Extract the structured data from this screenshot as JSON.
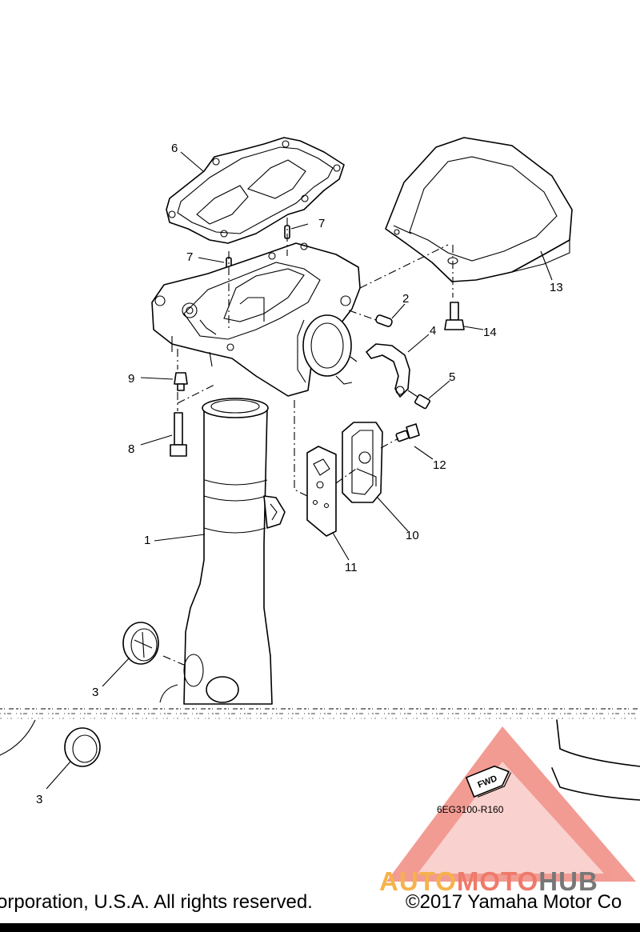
{
  "diagram": {
    "part_labels": [
      {
        "id": "p1",
        "text": "1"
      },
      {
        "id": "p2",
        "text": "2"
      },
      {
        "id": "p3a",
        "text": "3"
      },
      {
        "id": "p3b",
        "text": "3"
      },
      {
        "id": "p4",
        "text": "4"
      },
      {
        "id": "p5",
        "text": "5"
      },
      {
        "id": "p6",
        "text": "6"
      },
      {
        "id": "p7a",
        "text": "7"
      },
      {
        "id": "p7b",
        "text": "7"
      },
      {
        "id": "p8",
        "text": "8"
      },
      {
        "id": "p9",
        "text": "9"
      },
      {
        "id": "p10",
        "text": "10"
      },
      {
        "id": "p11",
        "text": "11"
      },
      {
        "id": "p12",
        "text": "12"
      },
      {
        "id": "p13",
        "text": "13"
      },
      {
        "id": "p14",
        "text": "14"
      }
    ],
    "fwd_label": "FWD",
    "diagram_code": "6EG3100-R160"
  },
  "watermark": {
    "part1": "AUTO",
    "part2": "MOTO",
    "part3": "HUB",
    "color_auto": "#f6b24a",
    "color_moto": "#ef7a6a",
    "color_hub": "#777777",
    "triangle_color": "#e84a3c"
  },
  "footer": {
    "copyright_left": "orporation, U.S.A. All rights reserved.",
    "copyright_right": "©2017 Yamaha Motor Co"
  }
}
